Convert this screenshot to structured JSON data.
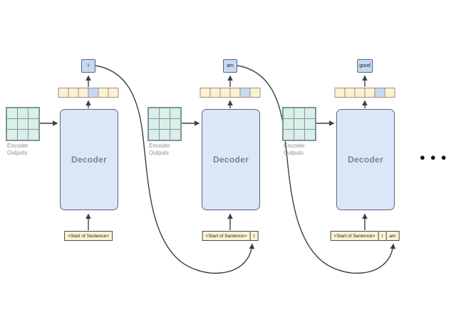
{
  "background": "#ffffff",
  "colors": {
    "decoder_fill": "#dbe6f8",
    "decoder_border": "#5b6678",
    "decoder_text": "#76839b",
    "token_fill": "#c6d9f3",
    "token_border": "#5b6678",
    "cell_cream": "#fcf2d2",
    "cell_border": "#9a9181",
    "cell_blue": "#c6d9f3",
    "grid_fill": "#d9efe8",
    "grid_border": "#7f959d",
    "input_fill": "#fcf2d2",
    "input_border": "#4d4d4d",
    "arrow": "#3c4043",
    "label_gray": "#8c8c8c",
    "text_dark": "#222222",
    "bg": "#ffffff"
  },
  "encoder_grid": {
    "rows": 3,
    "cols": 3
  },
  "ellipsis": "●●●",
  "units": [
    {
      "token": "I",
      "decoder_label": "Decoder",
      "encoder_label": "Encoder\nOutputs",
      "prob_cells": [
        0,
        0,
        0,
        1,
        0,
        0
      ],
      "input_cells": [
        "<Start of Sentence>"
      ]
    },
    {
      "token": "am",
      "decoder_label": "Decoder",
      "encoder_label": "Encoder\nOutputs",
      "prob_cells": [
        0,
        0,
        0,
        0,
        1,
        0
      ],
      "input_cells": [
        "<Start of Sentence>",
        "I"
      ]
    },
    {
      "token": "good",
      "decoder_label": "Decoder",
      "encoder_label": "Encoder\nOutputs",
      "prob_cells": [
        0,
        0,
        0,
        0,
        1,
        0
      ],
      "input_cells": [
        "<Start of Sentence>",
        "I",
        "am"
      ]
    }
  ]
}
